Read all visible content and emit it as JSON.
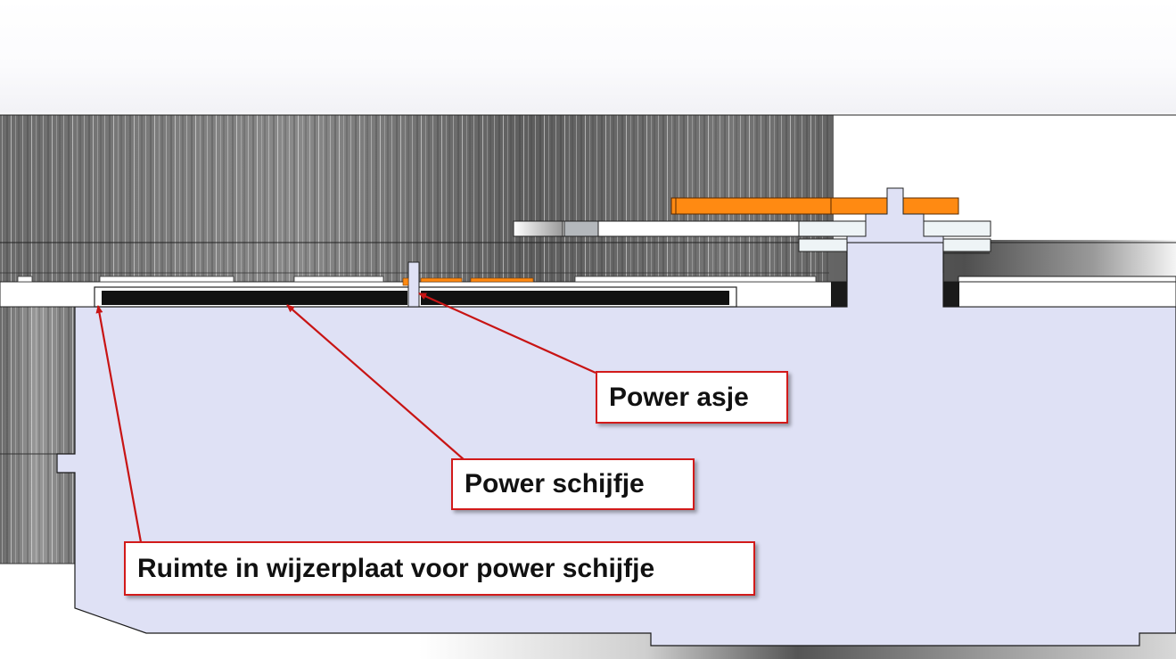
{
  "annotations": {
    "power_asje": "Power asje",
    "power_schijfje": "Power schijfje",
    "ruimte": "Ruimte in wijzerplaat voor power schijfje"
  },
  "colors": {
    "dial_fill": "#dfe1f5",
    "orange_part": "#ff8a12",
    "black_disc": "#111111",
    "callout_border": "#d21a1a",
    "arrow": "#c81414",
    "metal_dark": "#5c5c5c",
    "metal_light": "#c8c8c8"
  }
}
